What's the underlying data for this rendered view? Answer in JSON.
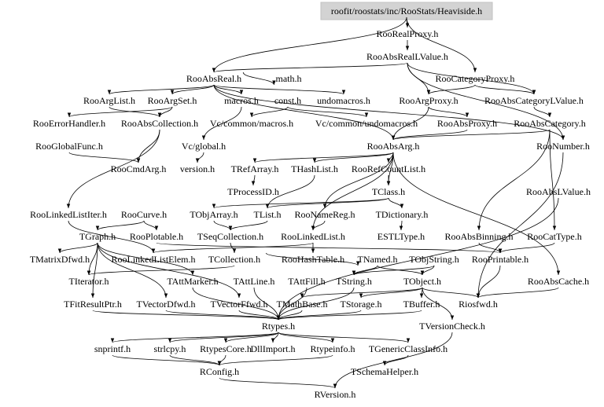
{
  "graph": {
    "type": "include-dependency-graph",
    "root": "roofit/roostats/inc/RooStats/Heaviside.h",
    "colors": {
      "root_fill": "#d3d3d3",
      "edge": "#000000",
      "text": "#000000"
    },
    "nodes": [
      "roofit/roostats/inc/RooStats/Heaviside.h",
      "RooRealProxy.h",
      "RooAbsRealLValue.h",
      "RooAbsReal.h",
      "math.h",
      "RooCategoryProxy.h",
      "RooArgList.h",
      "RooArgSet.h",
      "macros.h",
      "const.h",
      "undomacros.h",
      "RooArgProxy.h",
      "RooAbsCategoryLValue.h",
      "RooErrorHandler.h",
      "RooAbsCollection.h",
      "Vc/common/macros.h",
      "Vc/common/undomacros.h",
      "RooAbsProxy.h",
      "RooAbsCategory.h",
      "RooGlobalFunc.h",
      "Vc/global.h",
      "RooAbsArg.h",
      "RooNumber.h",
      "RooCmdArg.h",
      "version.h",
      "TRefArray.h",
      "THashList.h",
      "RooRefCountList.h",
      "TProcessID.h",
      "TClass.h",
      "RooAbsLValue.h",
      "RooLinkedListIter.h",
      "RooCurve.h",
      "TObjArray.h",
      "TList.h",
      "RooNameReg.h",
      "TDictionary.h",
      "TGraph.h",
      "RooPlotable.h",
      "TSeqCollection.h",
      "RooLinkedList.h",
      "ESTLType.h",
      "RooAbsBinning.h",
      "RooCatType.h",
      "TMatrixDfwd.h",
      "RooLinkedListElem.h",
      "TCollection.h",
      "RooHashTable.h",
      "TNamed.h",
      "TObjString.h",
      "RooPrintable.h",
      "TIterator.h",
      "TAttMarker.h",
      "TAttLine.h",
      "TAttFill.h",
      "TString.h",
      "TObject.h",
      "RooAbsCache.h",
      "TFitResultPtr.h",
      "TVectorDfwd.h",
      "TVectorFfwd.h",
      "TMathBase.h",
      "TStorage.h",
      "TBuffer.h",
      "Riosfwd.h",
      "Rtypes.h",
      "TVersionCheck.h",
      "snprintf.h",
      "strlcpy.h",
      "RtypesCore.h",
      "DllImport.h",
      "Rtypeinfo.h",
      "TGenericClassInfo.h",
      "RConfig.h",
      "TSchemaHelper.h",
      "RVersion.h"
    ],
    "edges": [
      [
        0,
        1
      ],
      [
        0,
        3
      ],
      [
        0,
        5
      ],
      [
        1,
        2
      ],
      [
        2,
        3
      ],
      [
        2,
        11
      ],
      [
        2,
        12
      ],
      [
        2,
        22
      ],
      [
        3,
        4
      ],
      [
        3,
        6
      ],
      [
        3,
        7
      ],
      [
        3,
        8
      ],
      [
        3,
        10
      ],
      [
        3,
        21
      ],
      [
        3,
        22
      ],
      [
        5,
        12
      ],
      [
        5,
        11
      ],
      [
        6,
        14
      ],
      [
        7,
        14
      ],
      [
        7,
        13
      ],
      [
        8,
        20
      ],
      [
        9,
        15
      ],
      [
        9,
        16
      ],
      [
        11,
        17
      ],
      [
        11,
        21
      ],
      [
        12,
        18
      ],
      [
        17,
        21
      ],
      [
        18,
        21
      ],
      [
        18,
        42
      ],
      [
        18,
        43
      ],
      [
        14,
        23
      ],
      [
        14,
        31
      ],
      [
        19,
        23
      ],
      [
        20,
        24
      ],
      [
        21,
        25
      ],
      [
        21,
        26
      ],
      [
        21,
        27
      ],
      [
        21,
        29
      ],
      [
        21,
        35
      ],
      [
        21,
        40
      ],
      [
        21,
        57
      ],
      [
        25,
        28
      ],
      [
        26,
        34
      ],
      [
        27,
        29
      ],
      [
        29,
        36
      ],
      [
        29,
        34
      ],
      [
        29,
        33
      ],
      [
        36,
        41
      ],
      [
        34,
        39
      ],
      [
        33,
        39
      ],
      [
        39,
        46
      ],
      [
        46,
        51
      ],
      [
        46,
        48
      ],
      [
        35,
        40
      ],
      [
        40,
        47
      ],
      [
        40,
        45
      ],
      [
        31,
        45
      ],
      [
        32,
        37
      ],
      [
        32,
        38
      ],
      [
        37,
        44
      ],
      [
        37,
        51
      ],
      [
        37,
        52
      ],
      [
        37,
        58
      ],
      [
        37,
        59
      ],
      [
        37,
        60
      ],
      [
        38,
        50
      ],
      [
        43,
        50
      ],
      [
        42,
        50
      ],
      [
        48,
        56
      ],
      [
        48,
        55
      ],
      [
        49,
        56
      ],
      [
        49,
        55
      ],
      [
        50,
        64
      ],
      [
        56,
        61
      ],
      [
        56,
        62
      ],
      [
        56,
        63
      ],
      [
        56,
        64
      ],
      [
        56,
        66
      ],
      [
        55,
        65
      ],
      [
        52,
        65
      ],
      [
        53,
        65
      ],
      [
        54,
        65
      ],
      [
        58,
        65
      ],
      [
        59,
        65
      ],
      [
        60,
        65
      ],
      [
        61,
        65
      ],
      [
        62,
        65
      ],
      [
        63,
        65
      ],
      [
        57,
        64
      ],
      [
        22,
        64
      ],
      [
        30,
        65
      ],
      [
        65,
        67
      ],
      [
        65,
        68
      ],
      [
        65,
        69
      ],
      [
        65,
        70
      ],
      [
        65,
        71
      ],
      [
        65,
        72
      ],
      [
        72,
        74
      ],
      [
        67,
        73
      ],
      [
        68,
        73
      ],
      [
        69,
        73
      ],
      [
        71,
        73
      ],
      [
        73,
        75
      ],
      [
        66,
        75
      ]
    ]
  }
}
